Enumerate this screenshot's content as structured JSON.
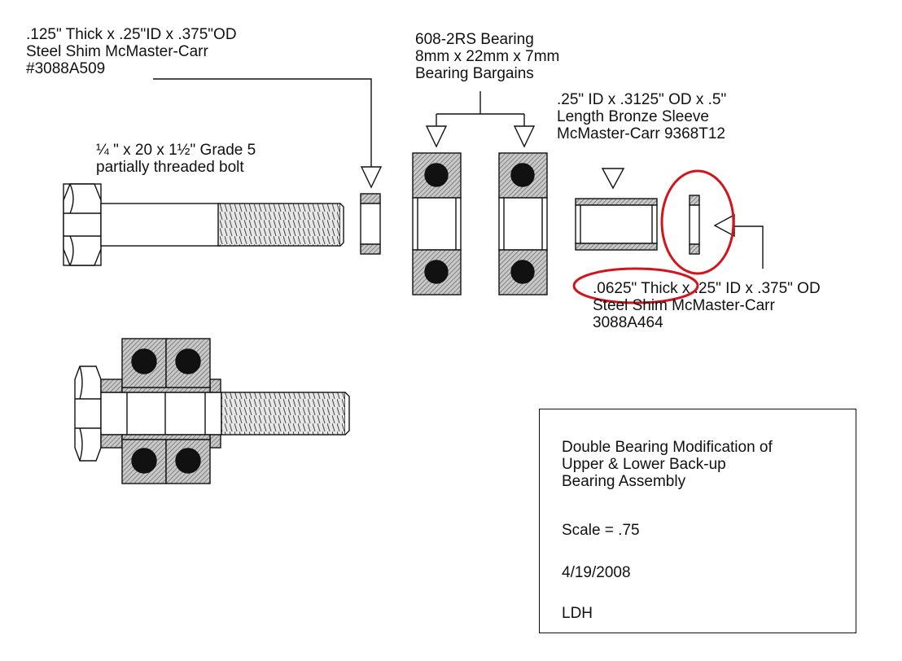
{
  "callouts": {
    "shim_125": [
      ".125\" Thick x .25\"ID x .375\"OD",
      "Steel Shim McMaster-Carr",
      "#3088A509"
    ],
    "bearing": [
      "608-2RS Bearing",
      "8mm x 22mm x 7mm",
      "Bearing Bargains"
    ],
    "sleeve": [
      ".25\" ID x .3125\" OD x .5\"",
      "Length Bronze Sleeve",
      "McMaster-Carr 9368T12"
    ],
    "bolt": [
      "¼ \" x 20 x 1½\" Grade 5",
      "partially threaded bolt"
    ],
    "shim_0625": [
      ".0625\" Thick x .25\" ID x .375\" OD",
      "Steel Shim McMaster-Carr",
      "3088A464"
    ]
  },
  "title_block": {
    "title": [
      "Double Bearing Modification of",
      "Upper & Lower Back-up",
      "Bearing Assembly"
    ],
    "scale": "Scale = .75",
    "date": "4/19/2008",
    "author": "LDH"
  },
  "colors": {
    "line": "#111111",
    "hatch_fill": "#bdbdbd",
    "highlight": "#d4141c"
  }
}
